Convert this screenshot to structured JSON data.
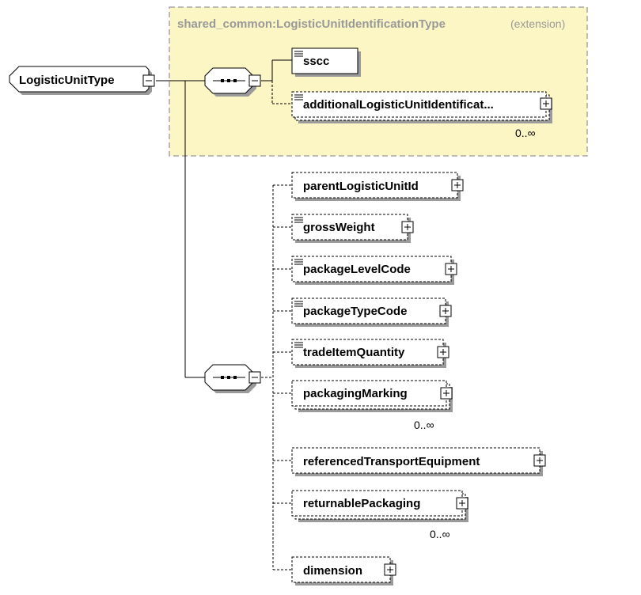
{
  "root": {
    "label": "LogisticUnitType"
  },
  "extension": {
    "base_type": "shared_common:LogisticUnitIdentificationType",
    "kind": "(extension)"
  },
  "elements": {
    "sscc": "sscc",
    "additional_id": "additionalLogisticUnitIdentificat...",
    "parent_id": "parentLogisticUnitId",
    "gross_weight": "grossWeight",
    "package_level_code": "packageLevelCode",
    "package_type_code": "packageTypeCode",
    "trade_item_quantity": "tradeItemQuantity",
    "packaging_marking": "packagingMarking",
    "referenced_transport_equipment": "referencedTransportEquipment",
    "returnable_packaging": "returnablePackaging",
    "dimension": "dimension"
  },
  "cardinality": {
    "additional_id": "0..∞",
    "packaging_marking": "0..∞",
    "returnable_packaging": "0..∞"
  },
  "colors": {
    "extension_fill": "#fbf6c3",
    "extension_border": "#a8a8a8",
    "shadow": "#9a9a9a",
    "box_fill": "#ffffff"
  }
}
